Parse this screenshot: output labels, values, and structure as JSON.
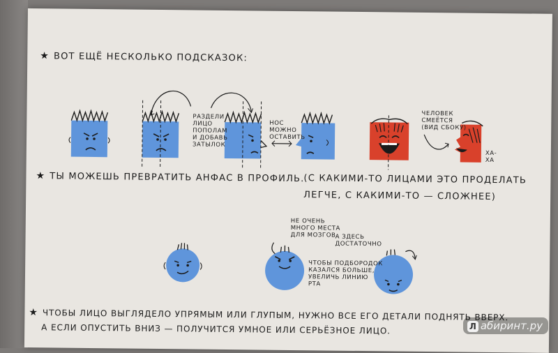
{
  "photo": {
    "header_line": "ВОТ ЕЩЁ НЕСКОЛЬКО ПОДСКАЗОК:",
    "profile_tip": "ТЫ МОЖЕШЬ ПРЕВРАТИТЬ АНФАС В ПРОФИЛЬ.",
    "profile_note_line1": "(С КАКИМИ-ТО ЛИЦАМИ ЭТО ПРОДЕЛАТЬ",
    "profile_note_line2": "ЛЕГЧЕ, С КАКИМИ-ТО — СЛОЖНЕЕ)",
    "annotations": {
      "split_face": "РАЗДЕЛИ\nЛИЦО\nПОПОЛАМ\nИ ДОБАВЬ\nЗАТЫЛОК",
      "nose": "НОС\nМОЖНО\nОСТАВИТЬ",
      "laughing": "ЧЕЛОВЕК\nСМЕЁТСЯ\n(ВИД СБОКУ)",
      "haha": "ХА-\nХА",
      "not_much_room": "НЕ ОЧЕНЬ\nМНОГО МЕСТА\nДЛЯ МОЗГОВ",
      "chin": "ЧТОБЫ ПОДБОРОДОК\nКАЗАЛСЯ БОЛЬШЕ,\nУВЕЛИЧЬ ЛИНИЮ\nРТА",
      "enough_here": "А ЗДЕСЬ\nДОСТАТОЧНО"
    },
    "bottom_line1": "ЧТОБЫ ЛИЦО ВЫГЛЯДЕЛО УПРЯМЫМ ИЛИ ГЛУПЫМ, НУЖНО ВСЕ ЕГО ДЕТАЛИ ПОДНЯТЬ ВВЕРХ.",
    "bottom_line2": "А ЕСЛИ ОПУСТИТЬ ВНИЗ — ПОЛУЧИТСЯ УМНОЕ ИЛИ СЕРЬЁЗНОЕ ЛИЦО.",
    "watermark": "абиринт.ру",
    "watermark_logo": "Л",
    "colors": {
      "blue": "#5f95db",
      "red": "#d9412b",
      "ink": "#1b1b1b",
      "paper": "#e9e6e1"
    }
  }
}
